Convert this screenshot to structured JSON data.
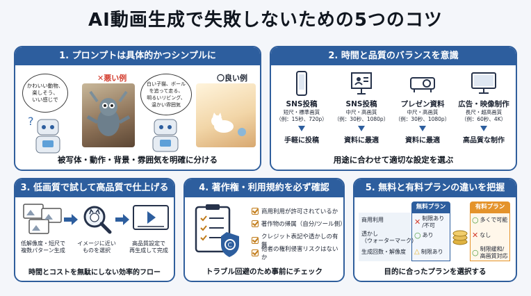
{
  "page": {
    "title": "AI動画生成で失敗しないための5つのコツ"
  },
  "colors": {
    "header_blue": "#2d5e9e",
    "bad_red": "#d33b2c",
    "good_green": "#4a9a3b",
    "accent_orange": "#e4932b"
  },
  "card1": {
    "title": "1. プロンプトは具体的かつシンプルに",
    "bad_label": "✕悪い例",
    "good_label": "〇良い例",
    "bad_bubble": "かわいい動物、\n楽しそう、\nいい感じで",
    "good_bubble": "白い子猫、ボール\nを追って走る、\n明るいリビング、\n温かい雰囲気",
    "footer": "被写体・動作・背景・雰囲気を明確に分ける"
  },
  "card2": {
    "title": "2. 時間と品質のバランスを意識",
    "columns": [
      {
        "icon": "smartphone-icon",
        "label": "SNS投稿",
        "sub1": "短尺・標準画質",
        "sub2": "（例：15秒、720p）",
        "use": "手軽に投稿"
      },
      {
        "icon": "presentation-board-icon",
        "label": "SNS投稿",
        "sub1": "中尺・高画質",
        "sub2": "（例：30秒、1080p）",
        "use": "資料に最適"
      },
      {
        "icon": "projector-icon",
        "label": "プレゼン資料",
        "sub1": "中尺・高画質",
        "sub2": "（例：30秒、1080p）",
        "use": "資料に最適"
      },
      {
        "icon": "monitor-icon",
        "label": "広告・映像制作",
        "sub1": "長尺・超高画質",
        "sub2": "（例：60秒、4K）",
        "use": "高品質な制作"
      }
    ],
    "footer": "用途に合わせて適切な設定を選ぶ"
  },
  "card3": {
    "title": "3. 低画質で試して高品質で仕上げる",
    "step1": "低解像度・短尺で\n複数パターン生成",
    "step2": "イメージに近い\nものを選択",
    "step3": "高品質設定で\n再生成して完成",
    "footer": "時間とコストを無駄にしない効率的フロー"
  },
  "card4": {
    "title": "4. 著作権・利用規約を必ず確認",
    "checks": [
      "商用利用が許可されているか",
      "著作物の帰属（自分/ツール側）",
      "クレジット表記や透かしの有無",
      "他者の権利侵害リスクはないか"
    ],
    "footer": "トラブル回避のため事前にチェック"
  },
  "card5": {
    "title": "5. 無料と有料プランの違いを把握",
    "free_header": "無料プラン",
    "paid_header": "有料プラン",
    "rows": [
      {
        "label": "商用利用",
        "free": "制限あり\n/不可",
        "paid": "多くで可能"
      },
      {
        "label": "透かし\n（ウォーターマーク）",
        "free": "あり",
        "paid": "なし"
      },
      {
        "label": "生成回数・解像度",
        "free": "制限あり",
        "paid": "制限緩和/\n高画質対応"
      }
    ],
    "footer": "目的に合ったプランを選択する"
  }
}
